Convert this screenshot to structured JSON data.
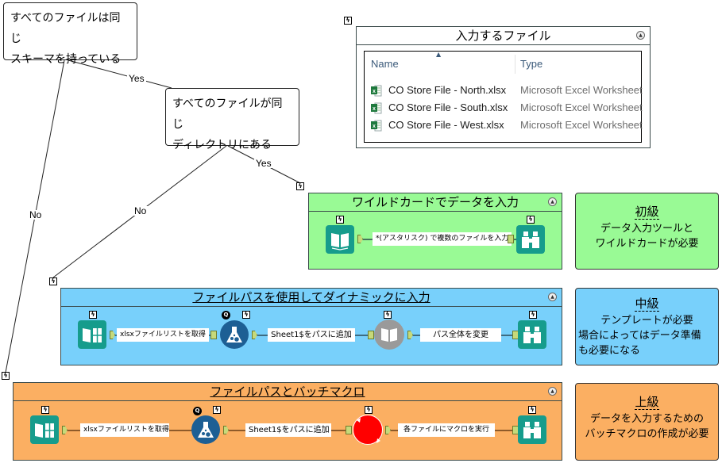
{
  "decision_tree": {
    "question1": {
      "line1": "すべてのファイルは同じ",
      "line2": "スキーマを持っている"
    },
    "question2": {
      "line1": "すべてのファイルが同じ",
      "line2": "ディレクトリにある"
    },
    "edges": {
      "q1_yes": "Yes",
      "q1_no": "No",
      "q2_yes": "Yes",
      "q2_no": "No"
    }
  },
  "input_files_container": {
    "title": "入力するファイル",
    "columns": {
      "name": "Name",
      "type": "Type"
    },
    "files": [
      {
        "name": "CO Store File - North.xlsx",
        "type": "Microsoft Excel Worksheet",
        "icon": "excel-file-icon"
      },
      {
        "name": "CO Store File - South.xlsx",
        "type": "Microsoft Excel Worksheet",
        "icon": "excel-file-icon"
      },
      {
        "name": "CO Store File - West.xlsx",
        "type": "Microsoft Excel Worksheet",
        "icon": "excel-file-icon"
      }
    ]
  },
  "workflows": {
    "beginner": {
      "title": "ワイルドカードでデータを入力",
      "color": "#99fa95",
      "tools": [
        "input-data-icon",
        "browse-icon"
      ],
      "connections": [
        "*(アスタリスク) で複数のファイルを入力"
      ]
    },
    "intermediate": {
      "title": "ファイルパスを使用してダイナミックに入力",
      "color": "#78d0fb",
      "tools": [
        "directory-icon",
        "formula-icon",
        "dynamic-input-icon",
        "browse-icon"
      ],
      "connections": [
        "xlsxファイルリストを取得",
        "Sheet1$をパスに追加",
        "パス全体を変更"
      ]
    },
    "advanced": {
      "title": "ファイルパスとバッチマクロ",
      "color": "#fbaf62",
      "tools": [
        "directory-icon",
        "formula-icon",
        "batch-macro-icon",
        "browse-icon"
      ],
      "connections": [
        "xlsxファイルリストを取得",
        "Sheet1$をパスに追加",
        "各ファイルにマクロを実行"
      ]
    }
  },
  "levels": {
    "beginner": {
      "title": "初級",
      "lines": [
        "データ入力ツールと",
        "ワイルドカードが必要"
      ]
    },
    "intermediate": {
      "title": "中級",
      "lines": [
        "テンプレートが必要",
        "場合によってはデータ準備",
        "も必要になる"
      ]
    },
    "advanced": {
      "title": "上級",
      "lines": [
        "データを入力するための",
        "バッチマクロの作成が必要"
      ]
    }
  }
}
